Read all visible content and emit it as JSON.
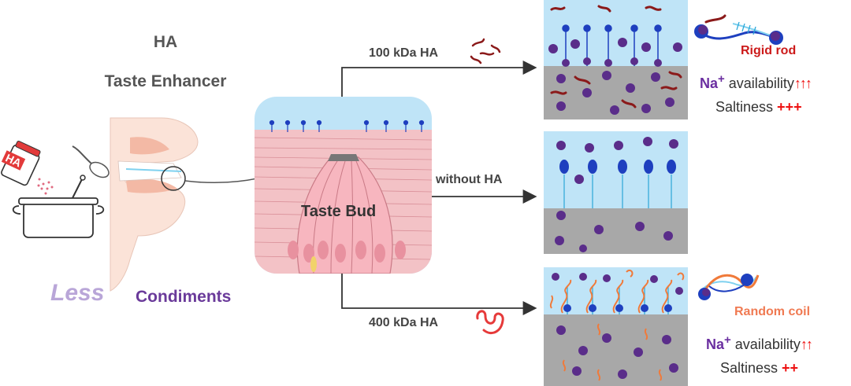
{
  "title": {
    "line1": "HA",
    "line2": "Taste Enhancer"
  },
  "footer": {
    "less": "Less",
    "condiments": "Condiments"
  },
  "salt_shaker_label": "HA",
  "taste_bud_label": "Taste Bud",
  "branches": {
    "top": "100 kDa HA",
    "middle": "without HA",
    "bottom": "400 kDa HA"
  },
  "top_result": {
    "conformation": "Rigid rod",
    "na": "Na",
    "na_sup": "+",
    "availability": " availability",
    "availability_marks": "↑↑↑",
    "saltiness": "Saltiness ",
    "saltiness_marks": "+++"
  },
  "bottom_result": {
    "conformation": "Random coil",
    "na": "Na",
    "na_sup": "+",
    "availability": " availability",
    "availability_marks": "↑↑",
    "saltiness": "Saltiness ",
    "saltiness_marks": "++"
  },
  "colors": {
    "water": "#bfe4f7",
    "substrate": "#a8a8a8",
    "sodium": "#5a2d8a",
    "receptor": "#1e3fbf",
    "ha_100": "#8b1a1a",
    "ha_400": "#f07a3a",
    "taste_bud_bg": "#bfe4f7",
    "tissue": "#f3c2c6"
  }
}
